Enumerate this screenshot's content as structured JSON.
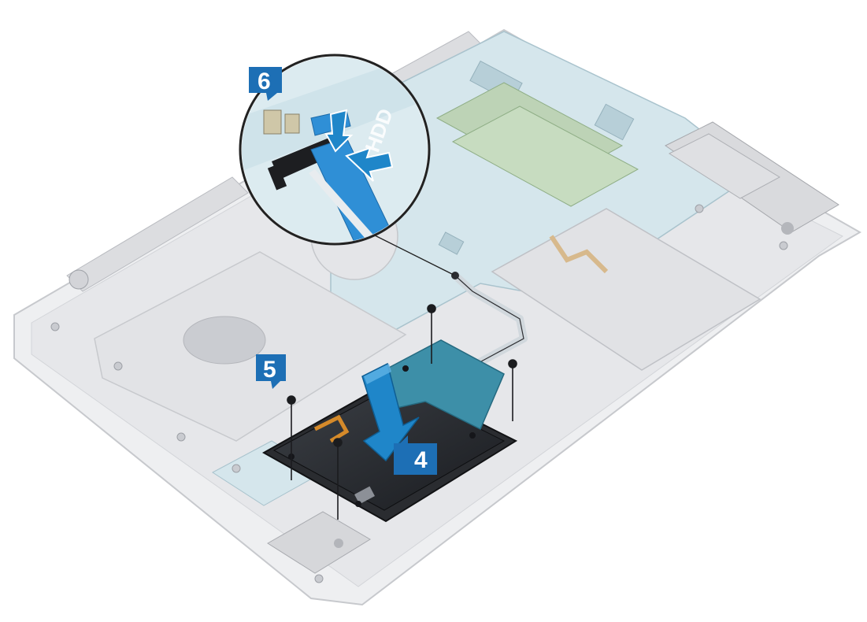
{
  "steps": {
    "step4": "4",
    "step5": "5",
    "step6": "6"
  },
  "callout": {
    "connector_label": "HDD"
  },
  "colors": {
    "accent_blue": "#1f86c9",
    "badge_blue": "#1d6fb5",
    "chassis": "#e9eaec",
    "board": "#cfe3ea",
    "cable_blue": "#2f8fd6"
  },
  "icons": {
    "press_arrow": "arrow-down-icon",
    "slide_arrow": "arrow-left-icon"
  }
}
